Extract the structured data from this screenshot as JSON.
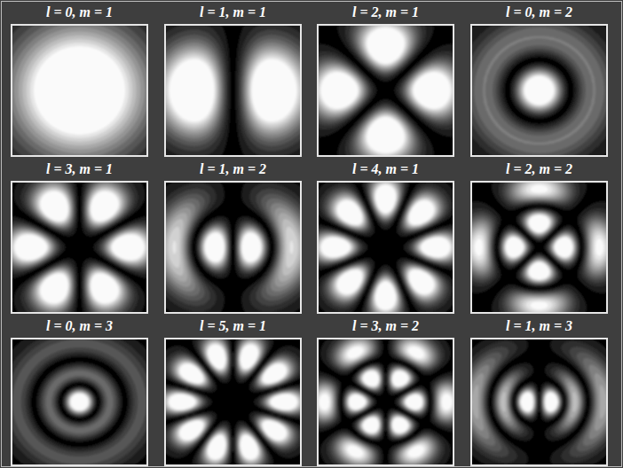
{
  "diagram": {
    "nodes": [
      {
        "text": [
          "l = 0, m = 1"
        ]
      },
      {
        "text": [
          "l = 1, m = 1"
        ]
      },
      {
        "text": [
          "l = 2, m = 1"
        ]
      },
      {
        "text": [
          "l = 0, m = 2"
        ]
      },
      {
        "text": [
          "l = 3, m = 1"
        ]
      },
      {
        "text": [
          "l = 1, m = 2"
        ]
      },
      {
        "text": [
          "l = 4, m = 1"
        ]
      },
      {
        "text": [
          "l = 2, m = 2"
        ]
      },
      {
        "text": [
          "l = 0, m = 3"
        ]
      },
      {
        "text": [
          "l = 5, m = 1"
        ]
      },
      {
        "text": [
          "l = 3, m = 2"
        ]
      },
      {
        "text": [
          "l = 1, m = 3"
        ]
      }
    ]
  }
}
